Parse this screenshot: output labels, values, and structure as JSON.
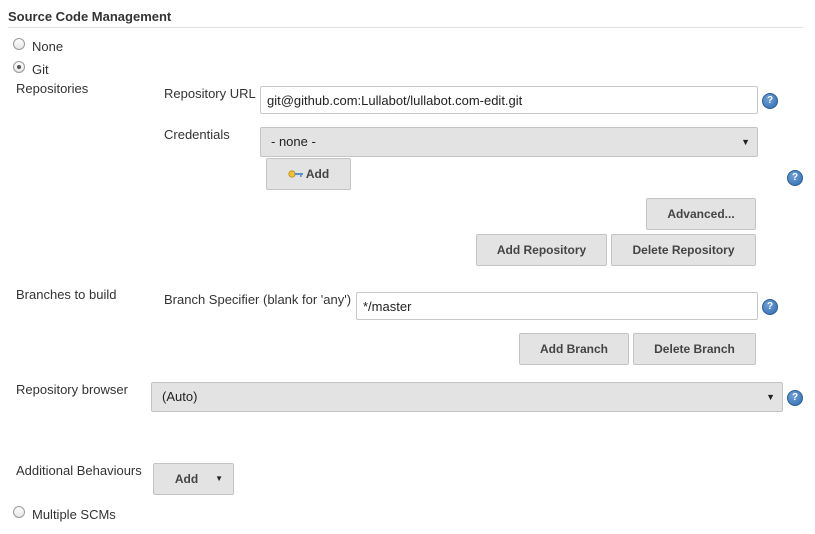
{
  "section": {
    "title": "Source Code Management"
  },
  "scm_options": [
    {
      "label": "None",
      "checked": false
    },
    {
      "label": "Git",
      "checked": true
    },
    {
      "label": "Multiple SCMs",
      "checked": false
    }
  ],
  "repositories": {
    "label": "Repositories",
    "url_label": "Repository URL",
    "url_value": "git@github.com:Lullabot/lullabot.com-edit.git",
    "credentials_label": "Credentials",
    "credentials_selected": "- none -",
    "add_label": "Add",
    "advanced_label": "Advanced...",
    "add_repository_label": "Add Repository",
    "delete_repository_label": "Delete Repository"
  },
  "branches": {
    "label": "Branches to build",
    "specifier_label": "Branch Specifier (blank for 'any')",
    "specifier_value": "*/master",
    "add_branch_label": "Add Branch",
    "delete_branch_label": "Delete Branch"
  },
  "browser": {
    "label": "Repository browser",
    "selected": "(Auto)"
  },
  "behaviours": {
    "label": "Additional Behaviours",
    "add_label": "Add"
  },
  "icons": {
    "help": "help-icon",
    "key": "key-icon",
    "caret": "caret-down-icon"
  },
  "colors": {
    "help_blue": "#2f6db0",
    "button_bg": "#e3e3e3"
  }
}
